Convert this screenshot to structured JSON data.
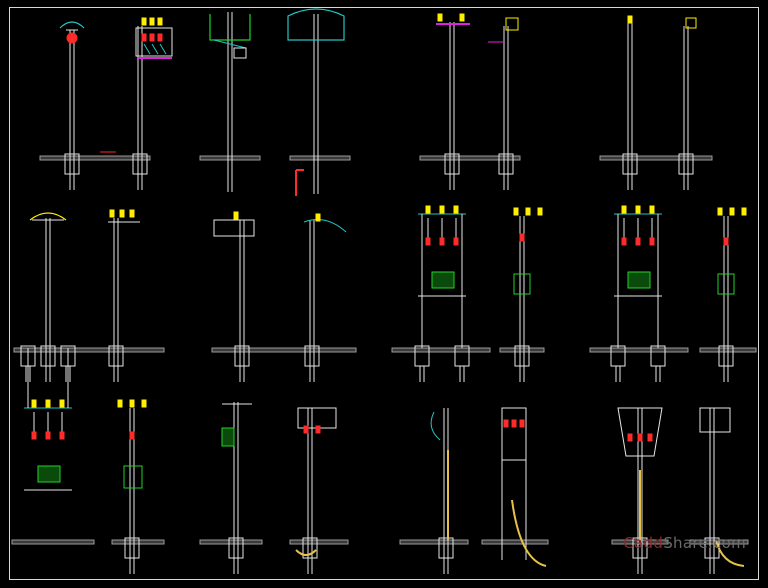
{
  "watermark": {
    "prefix": "Cadd",
    "suffix": "Share.com"
  },
  "colors": {
    "background": "#000000",
    "pole": "#e6e6e6",
    "ground": "#9a9a9a",
    "insulator": "#ffee00",
    "fuse": "#ff2a2a",
    "conductor": "#25c4c4",
    "transformer": "#22d12a",
    "arrester": "#e020e0",
    "cable": "#e6c24a",
    "annotation": "#ff2a2a"
  },
  "diagram": {
    "row1": [
      "pole-with-ptc-fuse",
      "pole-frame-with-fuses",
      "pole-green-crossarm",
      "pole-suspension-green",
      "pole-magenta-top-a",
      "pole-magenta-top-b",
      "pole-yellow-top-a",
      "pole-yellow-top-b"
    ],
    "row2": [
      "pole-arm-left",
      "pole-arm-right",
      "pole-arm-c",
      "pole-arm-d",
      "h-frame-transformer-1",
      "pole-transformer-side-1",
      "h-frame-transformer-2",
      "pole-transformer-side-2"
    ],
    "row3": [
      "h-frame-transformer-3",
      "pole-transformer-side-3",
      "pole-green-box",
      "pole-cable-riser-1",
      "pole-cable-riser-2",
      "frame-cable-riser",
      "pole-cable-riser-3",
      "pole-cable-riser-4"
    ]
  }
}
